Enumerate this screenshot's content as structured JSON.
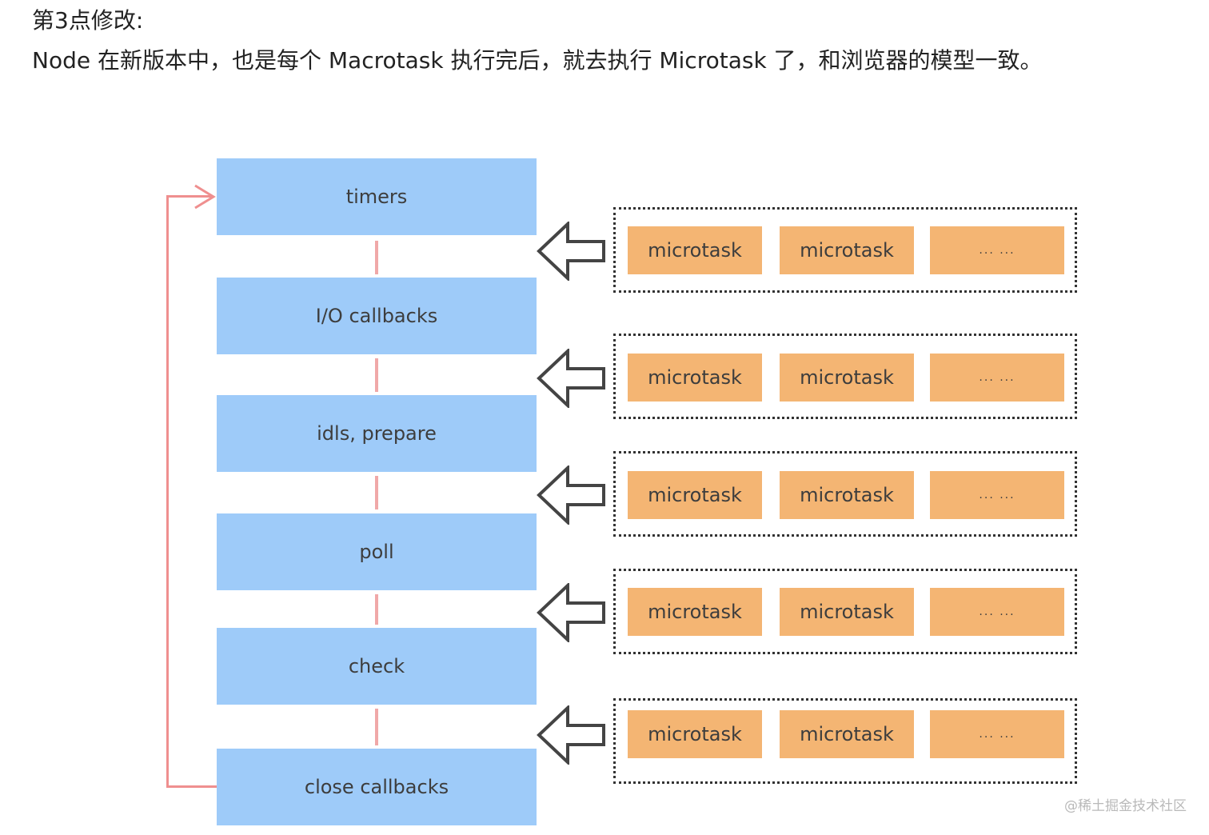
{
  "header": {
    "heading": "第3点修改:",
    "paragraph": "Node 在新版本中，也是每个 Macrotask 执行完后，就去执行 Microtask 了，和浏览器的模型一致。"
  },
  "diagram": {
    "phases": [
      "timers",
      "I/O callbacks",
      "idls, prepare",
      "poll",
      "check",
      "close callbacks"
    ],
    "microtask_groups": [
      {
        "tasks": [
          "microtask",
          "microtask",
          "... ..."
        ]
      },
      {
        "tasks": [
          "microtask",
          "microtask",
          "... ..."
        ]
      },
      {
        "tasks": [
          "microtask",
          "microtask",
          "... ..."
        ]
      },
      {
        "tasks": [
          "microtask",
          "microtask",
          "... ..."
        ]
      },
      {
        "tasks": [
          "microtask",
          "microtask",
          "... ..."
        ]
      }
    ],
    "colors": {
      "phase_fill": "#9ecbf9",
      "task_fill": "#f4b573",
      "loop_arrow": "#ef8f8f",
      "group_border": "#333333"
    }
  },
  "watermark": "@稀土掘金技术社区"
}
